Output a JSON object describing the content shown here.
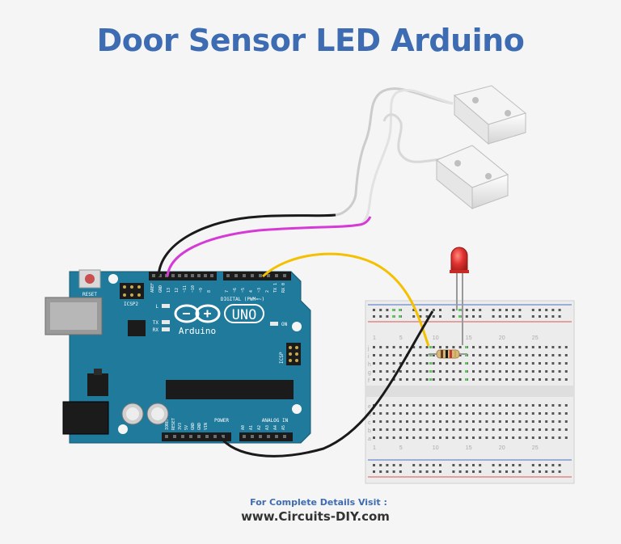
{
  "title": "Door Sensor LED Arduino",
  "footer": {
    "label": "For Complete Details Visit :",
    "url": "www.Circuits-DIY.com"
  },
  "board": {
    "logo_text": "Arduino",
    "uno_text": "UNO",
    "reset_label": "RESET",
    "icsp2_label": "ICSP2",
    "icsp_label": "ICSP",
    "l_label": "L",
    "tx_label": "TX",
    "rx_label": "RX",
    "on_label": "ON",
    "digital_label": "DIGITAL (PWM=~)",
    "power_label": "POWER",
    "analog_label": "ANALOG IN",
    "pins_top": [
      "AREF",
      "GND",
      "13",
      "12",
      "~11",
      "~10",
      "~9",
      "8",
      "7",
      "~6",
      "~5",
      "4",
      "~3",
      "2",
      "TX 1",
      "RX 0"
    ],
    "pins_power": [
      "IOREF",
      "RESET",
      "3V3",
      "5V",
      "GND",
      "GND",
      "VIN"
    ],
    "pins_analog": [
      "A0",
      "A1",
      "A2",
      "A3",
      "A4",
      "A5"
    ]
  },
  "breadboard": {
    "row_letters": [
      "j",
      "i",
      "h",
      "g",
      "f",
      "e",
      "d",
      "c",
      "b",
      "a"
    ],
    "column_numbers": [
      "1",
      "5",
      "10",
      "15",
      "20",
      "25"
    ]
  },
  "colors": {
    "title": "#3d6cb2",
    "board": "#1f7a9c",
    "wire_yellow": "#f5c000",
    "wire_magenta": "#d63ad6",
    "wire_black": "#1a1a1a",
    "led": "#e0322f"
  }
}
